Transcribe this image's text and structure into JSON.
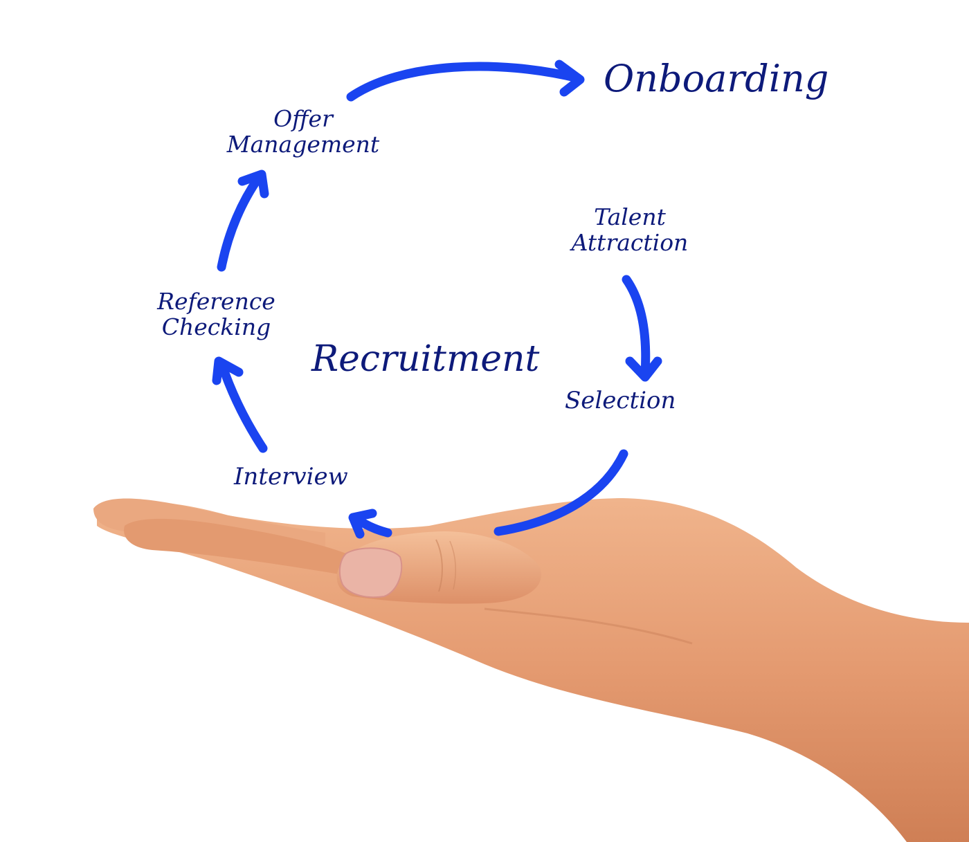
{
  "diagram": {
    "title": "Recruitment",
    "type": "cycle",
    "colors": {
      "text": "#0d1a7a",
      "arrow": "#1a44f0",
      "background": "#ffffff",
      "skin": "#e9a47c",
      "skin_shadow": "#c87a52",
      "nail": "#e8b3a4"
    },
    "outcome": "Onboarding",
    "steps": [
      {
        "line1": "Talent",
        "line2": "Attraction"
      },
      {
        "line1": "Selection"
      },
      {
        "line1": "Interview"
      },
      {
        "line1": "Reference",
        "line2": "Checking"
      },
      {
        "line1": "Offer",
        "line2": "Management"
      }
    ],
    "arrows": [
      {
        "from": "Talent Attraction",
        "to": "Selection"
      },
      {
        "from": "Selection",
        "to": "Interview"
      },
      {
        "from": "Interview",
        "to": "Reference Checking"
      },
      {
        "from": "Reference Checking",
        "to": "Offer Management"
      },
      {
        "from": "Offer Management",
        "to": "Onboarding"
      }
    ],
    "illustration": "open-hand-palm-up"
  }
}
